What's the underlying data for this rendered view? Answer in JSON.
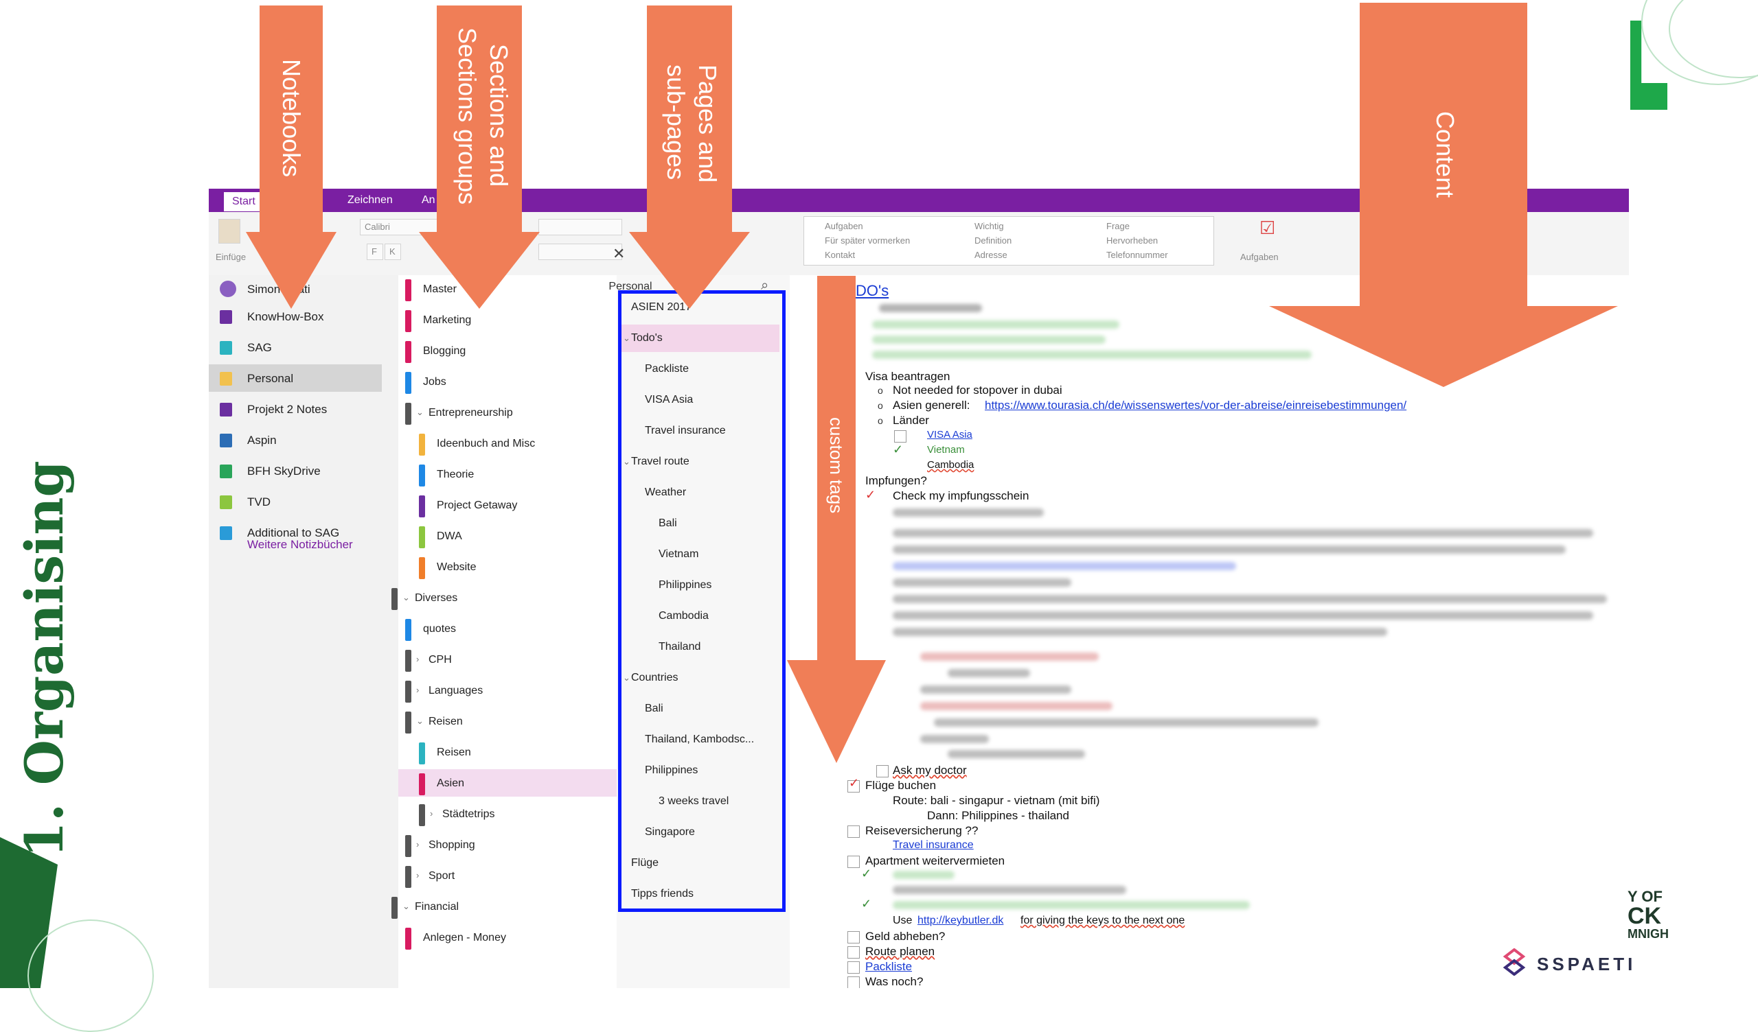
{
  "slide": {
    "title": "1. Organising",
    "corner_text": [
      "Y OF",
      "CK",
      "MNIGH"
    ],
    "logo_text": "SSPAETI"
  },
  "annotations": {
    "notebooks": "Notebooks",
    "sections": [
      "Sections and",
      "Sections groups"
    ],
    "pages": [
      "Pages and",
      "sub-pages"
    ],
    "content": "Content",
    "custom_tags": "custom tags"
  },
  "ribbon": {
    "tabs": [
      "Start",
      "Zeichnen",
      "An"
    ],
    "paste_label": "Einfüge",
    "font_name": "Calibri",
    "bold": "F",
    "italic": "K",
    "tags_col1": [
      "Aufgaben",
      "Für später vormerken",
      "Kontakt"
    ],
    "tags_col2": [
      "Wichtig",
      "Definition",
      "Adresse"
    ],
    "tags_col3": [
      "Frage",
      "Hervorheben",
      "Telefonnummer"
    ],
    "tasks_label": "Aufgaben"
  },
  "notebooks": {
    "user": "Simon Späti",
    "items": [
      {
        "label": "KnowHow-Box",
        "color": "#6b2fa0"
      },
      {
        "label": "SAG",
        "color": "#2bb3c0"
      },
      {
        "label": "Personal",
        "color": "#f2c14e"
      },
      {
        "label": "Projekt 2 Notes",
        "color": "#6b2fa0"
      },
      {
        "label": "Aspin",
        "color": "#2c6db5"
      },
      {
        "label": "BFH SkyDrive",
        "color": "#2aa55a"
      },
      {
        "label": "TVD",
        "color": "#8cc63f"
      },
      {
        "label": "Additional to SAG",
        "color": "#2a9bd8"
      }
    ],
    "more_link": "Weitere Notizbücher"
  },
  "sections": {
    "notebook_title": "Personal",
    "items": [
      {
        "label": "Master",
        "color": "#d81b60",
        "indent": 0,
        "chev": ""
      },
      {
        "label": "Marketing",
        "color": "#d81b60",
        "indent": 0,
        "chev": ""
      },
      {
        "label": "Blogging",
        "color": "#d81b60",
        "indent": 0,
        "chev": ""
      },
      {
        "label": "Jobs",
        "color": "#1e88e5",
        "indent": 0,
        "chev": ""
      },
      {
        "label": "Entrepreneurship",
        "color": "#555555",
        "indent": 0,
        "chev": "v"
      },
      {
        "label": "Ideenbuch and Misc",
        "color": "#f2b33d",
        "indent": 1,
        "chev": ""
      },
      {
        "label": "Theorie",
        "color": "#1e88e5",
        "indent": 1,
        "chev": ""
      },
      {
        "label": "Project Getaway",
        "color": "#6b2fa0",
        "indent": 1,
        "chev": ""
      },
      {
        "label": "DWA",
        "color": "#8cc63f",
        "indent": 1,
        "chev": ""
      },
      {
        "label": "Website",
        "color": "#f07e2a",
        "indent": 1,
        "chev": ""
      },
      {
        "label": "Diverses",
        "color": "#555555",
        "indent": -1,
        "chev": "v"
      },
      {
        "label": "quotes",
        "color": "#1e88e5",
        "indent": 0,
        "chev": ""
      },
      {
        "label": "CPH",
        "color": "#555555",
        "indent": 0,
        "chev": ">"
      },
      {
        "label": "Languages",
        "color": "#555555",
        "indent": 0,
        "chev": ">"
      },
      {
        "label": "Reisen",
        "color": "#555555",
        "indent": 0,
        "chev": "v"
      },
      {
        "label": "Reisen",
        "color": "#2bb3c0",
        "indent": 1,
        "chev": ""
      },
      {
        "label": "Asien",
        "color": "#d81b60",
        "indent": 1,
        "chev": ""
      },
      {
        "label": "Städtetrips",
        "color": "#555555",
        "indent": 1,
        "chev": ">"
      },
      {
        "label": "Shopping",
        "color": "#555555",
        "indent": 0,
        "chev": ">"
      },
      {
        "label": "Sport",
        "color": "#555555",
        "indent": 0,
        "chev": ">"
      },
      {
        "label": "Financial",
        "color": "#555555",
        "indent": -1,
        "chev": "v"
      },
      {
        "label": "Anlegen - Money",
        "color": "#d81b60",
        "indent": 0,
        "chev": ""
      }
    ]
  },
  "pages": {
    "items": [
      {
        "label": "ASIEN 2017",
        "indent": 0,
        "chev": ""
      },
      {
        "label": "Todo's",
        "indent": 0,
        "chev": "v"
      },
      {
        "label": "Packliste",
        "indent": 1,
        "chev": ""
      },
      {
        "label": "VISA Asia",
        "indent": 1,
        "chev": ""
      },
      {
        "label": "Travel insurance",
        "indent": 1,
        "chev": ""
      },
      {
        "label": "Travel route",
        "indent": 0,
        "chev": "v"
      },
      {
        "label": "Weather",
        "indent": 1,
        "chev": ""
      },
      {
        "label": "Bali",
        "indent": 2,
        "chev": ""
      },
      {
        "label": "Vietnam",
        "indent": 2,
        "chev": ""
      },
      {
        "label": "Philippines",
        "indent": 2,
        "chev": ""
      },
      {
        "label": "Cambodia",
        "indent": 2,
        "chev": ""
      },
      {
        "label": "Thailand",
        "indent": 2,
        "chev": ""
      },
      {
        "label": "Countries",
        "indent": 0,
        "chev": "v"
      },
      {
        "label": "Bali",
        "indent": 1,
        "chev": ""
      },
      {
        "label": "Thailand, Kambodsc...",
        "indent": 1,
        "chev": ""
      },
      {
        "label": "Philippines",
        "indent": 1,
        "chev": ""
      },
      {
        "label": "3 weeks travel",
        "indent": 2,
        "chev": ""
      },
      {
        "label": "Singapore",
        "indent": 1,
        "chev": ""
      },
      {
        "label": "Flüge",
        "indent": 0,
        "chev": ""
      },
      {
        "label": "Tipps friends",
        "indent": 0,
        "chev": ""
      }
    ]
  },
  "content": {
    "title": "DO's",
    "visa_heading": "Visa beantragen",
    "visa_note": "Not needed for stopover in dubai",
    "asia_general": "Asien generell:",
    "asia_link": "https://www.tourasia.ch/de/wissenswertes/vor-der-abreise/einreisebestimmungen/",
    "laender": "Länder",
    "visa_asia": "VISA Asia",
    "vietnam": "Vietnam",
    "cambodia": "Cambodia",
    "impfungen": "Impfungen?",
    "check_impf": "Check my impfungsschein",
    "ask_doctor": "Ask my doctor",
    "fluege": "Flüge buchen",
    "route": "Route: bali - singapur - vietnam (mit bifi)",
    "dann": "Dann: Philippines - thailand",
    "reisevers": "Reiseversicherung ??",
    "travel_ins": "Travel insurance",
    "apartment": "Apartment weitervermieten",
    "use": "Use",
    "keybutler": "http://keybutler.dk",
    "keybutler_rest": "for giving the keys to the next one",
    "geld": "Geld abheben?",
    "route_plan": "Route planen",
    "packliste": "Packliste",
    "was_noch": "Was noch?"
  }
}
